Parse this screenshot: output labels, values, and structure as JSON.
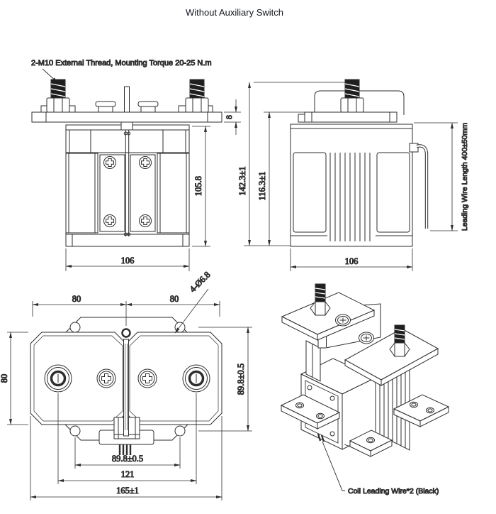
{
  "title": "Without Auxiliary Switch",
  "colors": {
    "line": "#2d2d2d",
    "text": "#242936",
    "background": "#ffffff"
  },
  "front": {
    "label_thread": "2-M10 External Thread, Mounting Torque 20-25 N.m",
    "dim_flange_thickness": "8",
    "dim_body_height": "105.8",
    "dim_width": "106"
  },
  "side": {
    "dim_total_height": "142.3±1",
    "dim_height": "116.3±1",
    "dim_width": "106",
    "label_wire": "Leading Wire Length 400±50mm"
  },
  "top": {
    "dim_left_span": "80",
    "dim_right_span": "80",
    "label_holes": "4-Ø6.8",
    "dim_side_height": "80",
    "dim_hole_height": "89.8±0.5",
    "dim_hole_width": "89.8±0.5",
    "dim_terminal_span": "121",
    "dim_total_width": "165±1"
  },
  "iso": {
    "label_coil": "Coil Leading Wire*2 (Black)"
  }
}
